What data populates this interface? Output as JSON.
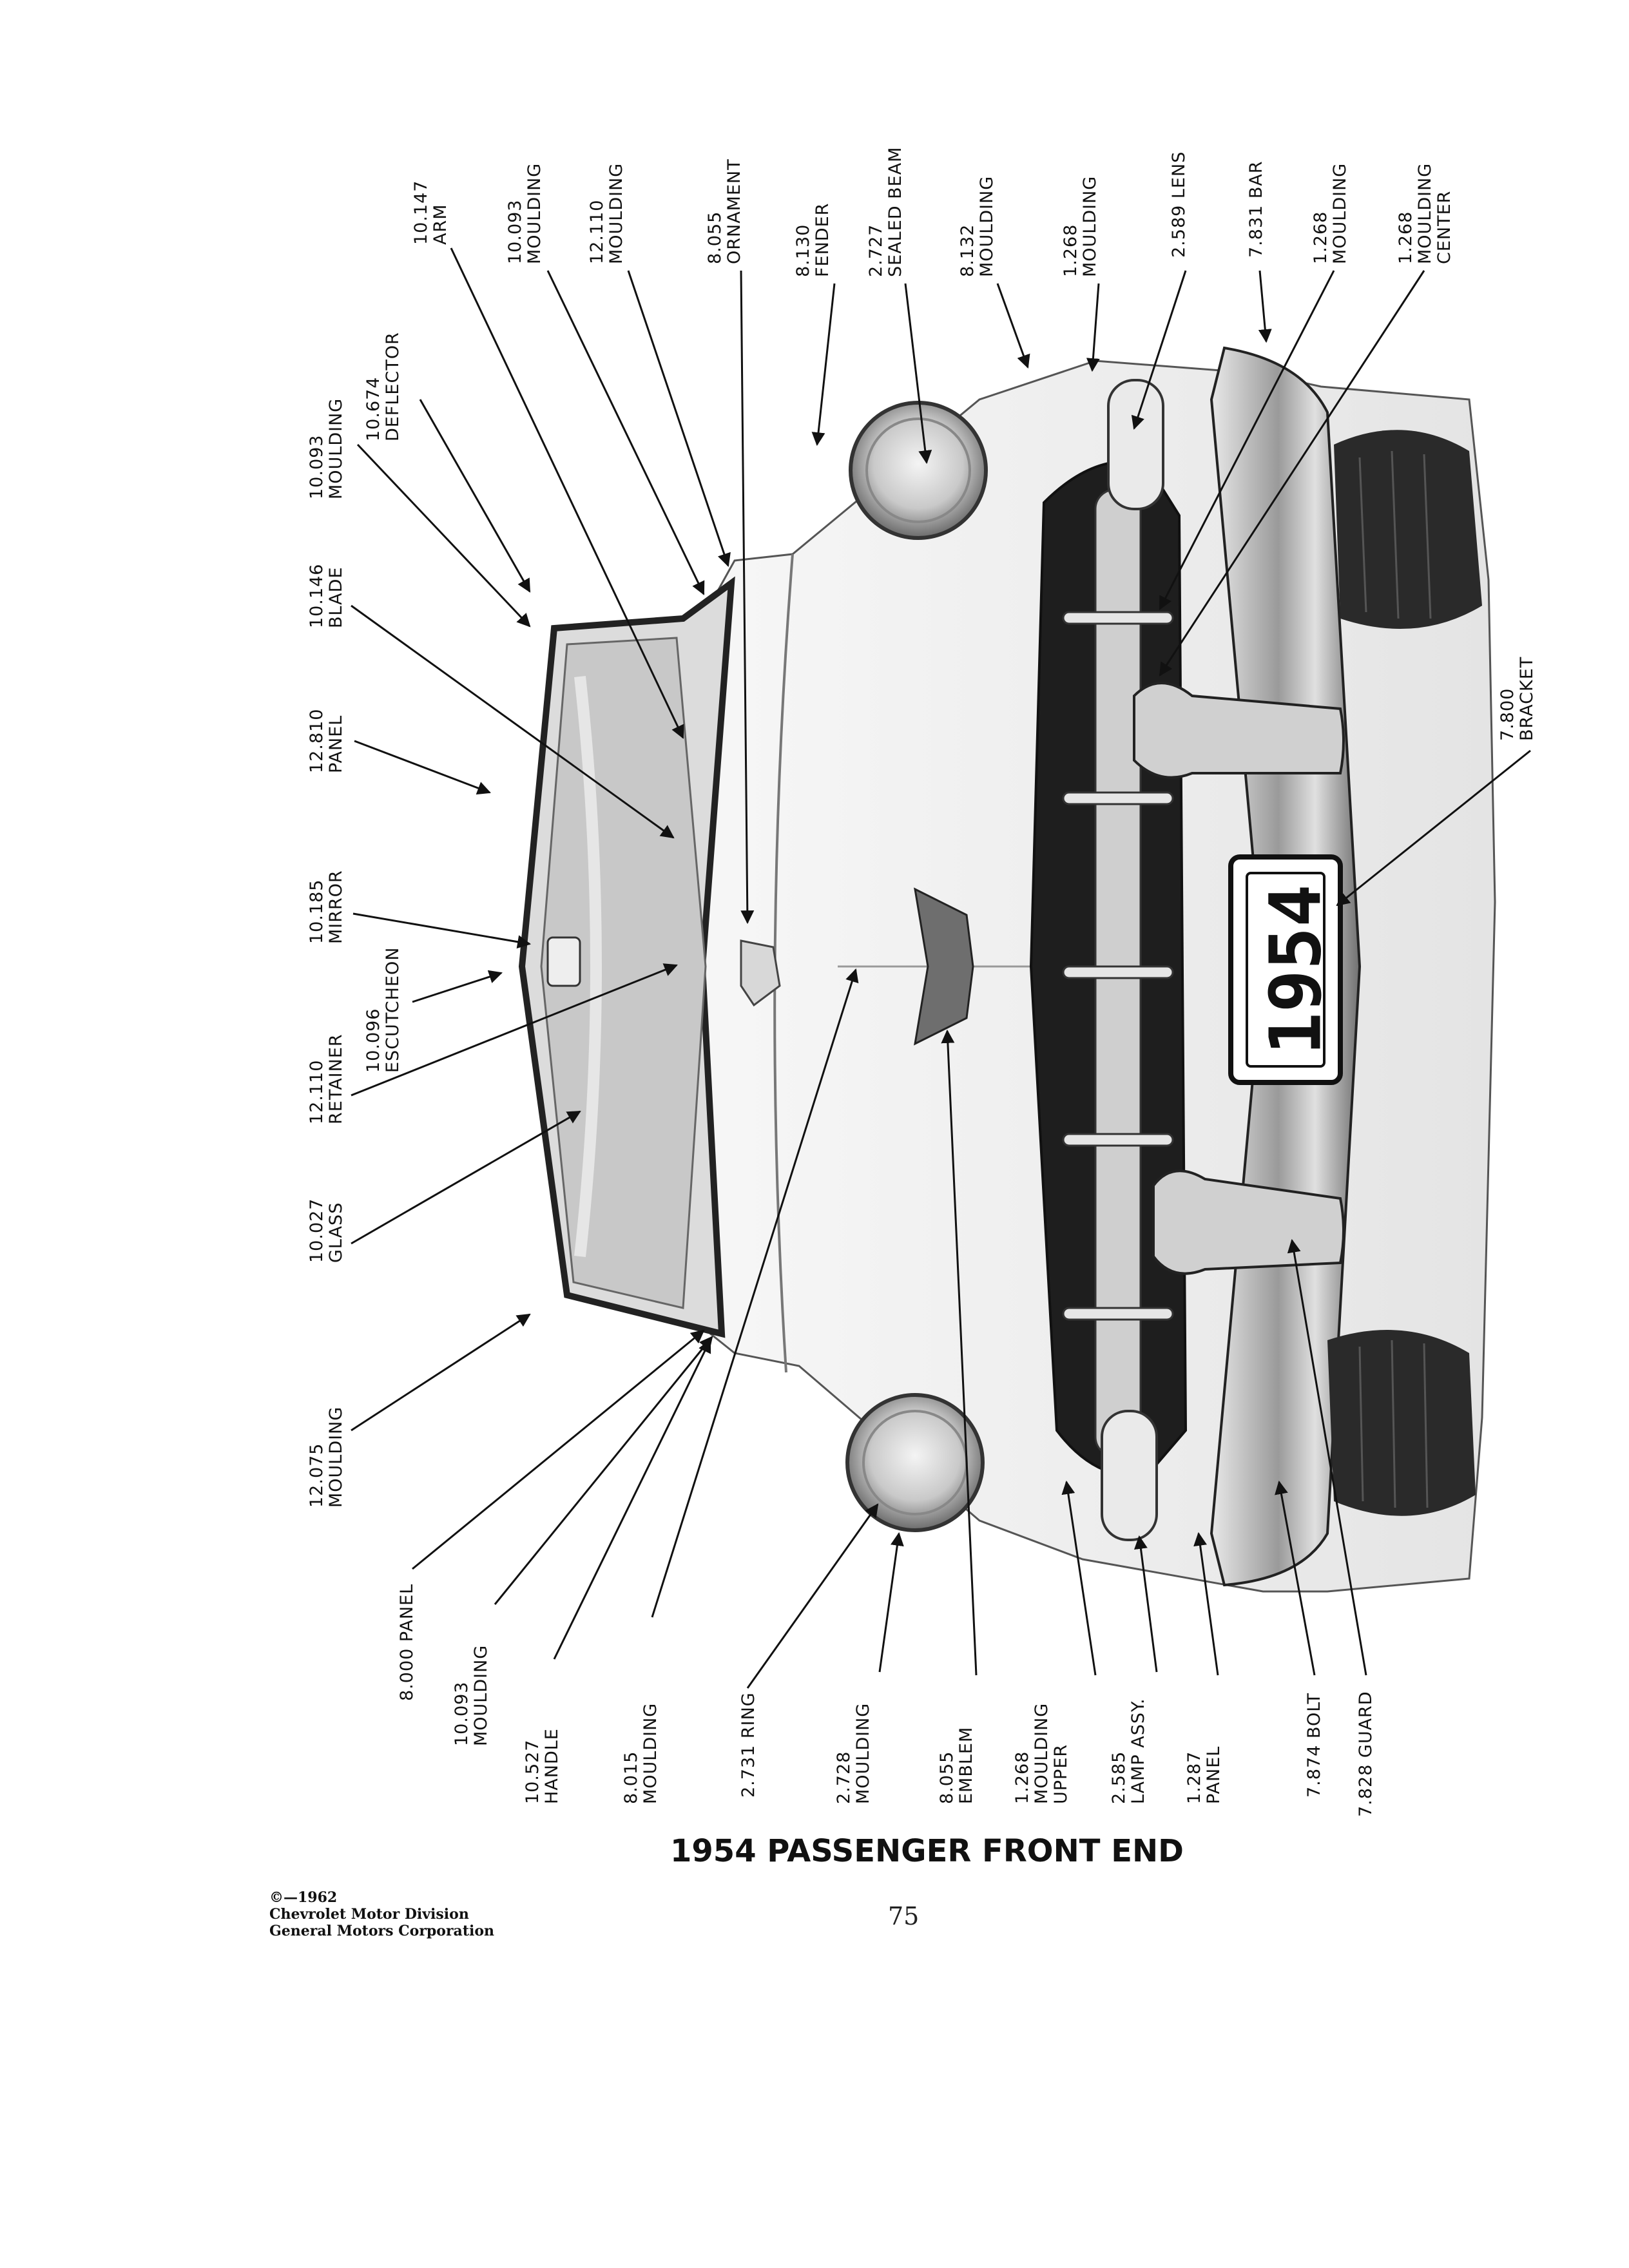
{
  "title": "1954 PASSENGER FRONT END",
  "page_number": "75",
  "copyright": {
    "line1": "©—1962",
    "line2": "Chevrolet Motor Division",
    "line3": "General Motors Corporation"
  },
  "license_plate": "1954",
  "top_labels": [
    {
      "id": "moulding-10093-top",
      "num": "10.093",
      "name": "MOULDING"
    },
    {
      "id": "deflector",
      "num": "10.674",
      "name": "DEFLECTOR"
    },
    {
      "id": "blade",
      "num": "10.146",
      "name": "BLADE"
    },
    {
      "id": "panel-12810",
      "num": "12.810",
      "name": "PANEL"
    },
    {
      "id": "mirror",
      "num": "10.185",
      "name": "MIRROR"
    },
    {
      "id": "escutcheon",
      "num": "10.096",
      "name": "ESCUTCHEON"
    },
    {
      "id": "retainer",
      "num": "12.110",
      "name": "RETAINER"
    },
    {
      "id": "glass",
      "num": "10.027",
      "name": "GLASS"
    },
    {
      "id": "moulding-12075",
      "num": "12.075",
      "name": "MOULDING"
    },
    {
      "id": "arm",
      "num": "10.147",
      "name": "ARM"
    },
    {
      "id": "moulding-10093-b",
      "num": "10.093",
      "name": "MOULDING"
    },
    {
      "id": "moulding-12110",
      "num": "12.110",
      "name": "MOULDING"
    },
    {
      "id": "ornament",
      "num": "8.055",
      "name": "ORNAMENT"
    },
    {
      "id": "fender",
      "num": "8.130",
      "name": "FENDER"
    },
    {
      "id": "sealed-beam",
      "num": "2.727",
      "name": "SEALED BEAM"
    },
    {
      "id": "moulding-8132",
      "num": "8.132",
      "name": "MOULDING"
    },
    {
      "id": "moulding-1268-a",
      "num": "1.268",
      "name": "MOULDING"
    },
    {
      "id": "lens",
      "num": "2.589",
      "name": "LENS"
    },
    {
      "id": "bar",
      "num": "7.831",
      "name": "BAR"
    },
    {
      "id": "moulding-1268-b",
      "num": "1.268",
      "name": "MOULDING"
    },
    {
      "id": "moulding-center",
      "num": "1.268",
      "name": "MOULDING",
      "extra": "CENTER"
    },
    {
      "id": "bracket",
      "num": "7.800",
      "name": "BRACKET"
    }
  ],
  "bottom_labels": [
    {
      "id": "panel-8000",
      "num": "8.000",
      "name": "PANEL"
    },
    {
      "id": "moulding-10093-c",
      "num": "10.093",
      "name": "MOULDING"
    },
    {
      "id": "handle",
      "num": "10.527",
      "name": "HANDLE"
    },
    {
      "id": "moulding-8015",
      "num": "8.015",
      "name": "MOULDING"
    },
    {
      "id": "ring",
      "num": "2.731",
      "name": "RING"
    },
    {
      "id": "moulding-2728",
      "num": "2.728",
      "name": "MOULDING"
    },
    {
      "id": "emblem",
      "num": "8.055",
      "name": "EMBLEM"
    },
    {
      "id": "moulding-upper",
      "num": "1.268",
      "name": "MOULDING",
      "extra": "UPPER"
    },
    {
      "id": "lamp-assy",
      "num": "2.585",
      "name": "LAMP ASSY."
    },
    {
      "id": "panel-1287",
      "num": "1.287",
      "name": "PANEL"
    },
    {
      "id": "bolt",
      "num": "7.874",
      "name": "BOLT"
    },
    {
      "id": "guard",
      "num": "7.828",
      "name": "GUARD"
    }
  ]
}
